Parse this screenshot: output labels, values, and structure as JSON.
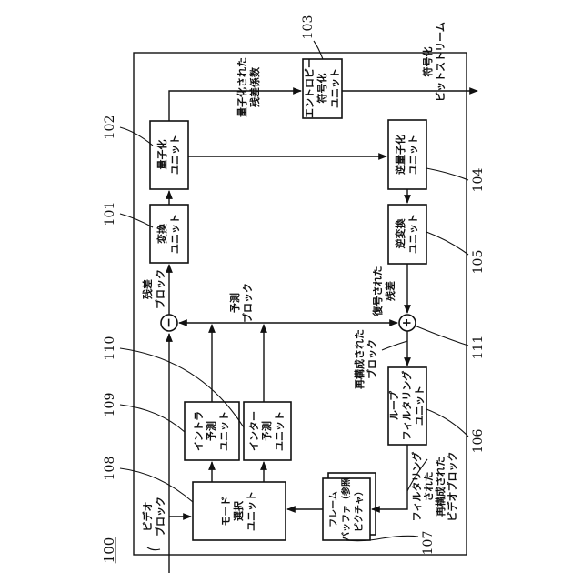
{
  "figure": {
    "label": "100",
    "blocks": {
      "transform": {
        "ref": "101",
        "lines": [
          "変換",
          "ユニット"
        ]
      },
      "quantization": {
        "ref": "102",
        "lines": [
          "量子化",
          "ユニット"
        ]
      },
      "entropy": {
        "ref": "103",
        "lines": [
          "エントロピー",
          "符号化",
          "ユニット"
        ]
      },
      "inverse_quant": {
        "ref": "104",
        "lines": [
          "逆量子化",
          "ユニット"
        ]
      },
      "inverse_transform": {
        "ref": "105",
        "lines": [
          "逆変換",
          "ユニット"
        ]
      },
      "loop_filter": {
        "ref": "106",
        "lines": [
          "ループ",
          "フィルタリング",
          "ユニット"
        ]
      },
      "frame_buffer": {
        "ref": "107",
        "lines": [
          "フレーム",
          "バッファ（参照",
          "ピクチャ）"
        ]
      },
      "mode_select": {
        "ref": "108",
        "lines": [
          "モード",
          "選択",
          "ユニット"
        ]
      },
      "intra_pred": {
        "ref": "109",
        "lines": [
          "イントラ",
          "予測",
          "ユニット"
        ]
      },
      "inter_pred": {
        "ref": "110",
        "lines": [
          "インター",
          "予測",
          "ユニット"
        ]
      }
    },
    "adder_ref": "111",
    "signals": {
      "video_block": [
        "ビデオ",
        "ブロック"
      ],
      "residual_block": [
        "残差",
        "ブロック"
      ],
      "prediction_block": [
        "予測",
        "ブロック"
      ],
      "quantized_coeffs": [
        "量子化された",
        "残差係数"
      ],
      "encoded_bitstream": [
        "符号化",
        "ビットストリーム"
      ],
      "decoded_residual": [
        "復号された",
        "残差"
      ],
      "reconstructed_block": [
        "再構成された",
        "ブロック"
      ],
      "filtered_block": [
        "フィルタリング",
        "された",
        "再構成された",
        "ビデオブロック"
      ]
    },
    "symbols": {
      "minus": "−",
      "plus": "+"
    }
  }
}
